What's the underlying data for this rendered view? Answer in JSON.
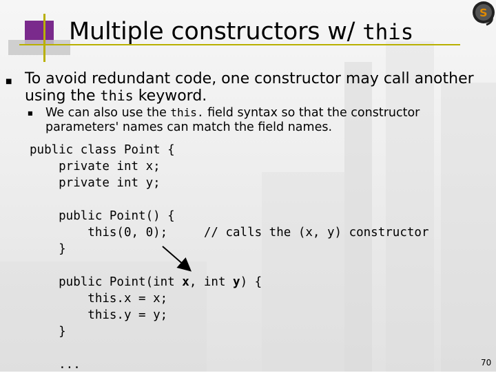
{
  "slide": {
    "title_text": "Multiple constructors w/ ",
    "title_code": "this",
    "bullet1": {
      "pre": "To avoid redundant code, one constructor may call another using the ",
      "code": "this",
      "post": " keyword."
    },
    "bullet2": {
      "pre": "We can also use the ",
      "code": "this.",
      "post": " field syntax so that the constructor parameters' names can match the field names."
    },
    "code": {
      "line1": "public class Point {",
      "line2": "    private int x;",
      "line3": "    private int y;",
      "line4": "",
      "line5": "    public Point() {",
      "line6": "        this(0, 0);     // calls the (x, y) constructor",
      "line7": "    }",
      "line8": "",
      "line9a": "    public Point(int ",
      "line9b": "x",
      "line9c": ", int ",
      "line9d": "y",
      "line9e": ") {",
      "line10": "        this.x = x;",
      "line11": "        this.y = y;",
      "line12": "    }",
      "line13": "",
      "line14": "    ..."
    },
    "page_number": "70",
    "bullet_glyph": "■",
    "colors": {
      "accent_purple": "#7a2a8c",
      "accent_line": "#b8b000"
    }
  }
}
